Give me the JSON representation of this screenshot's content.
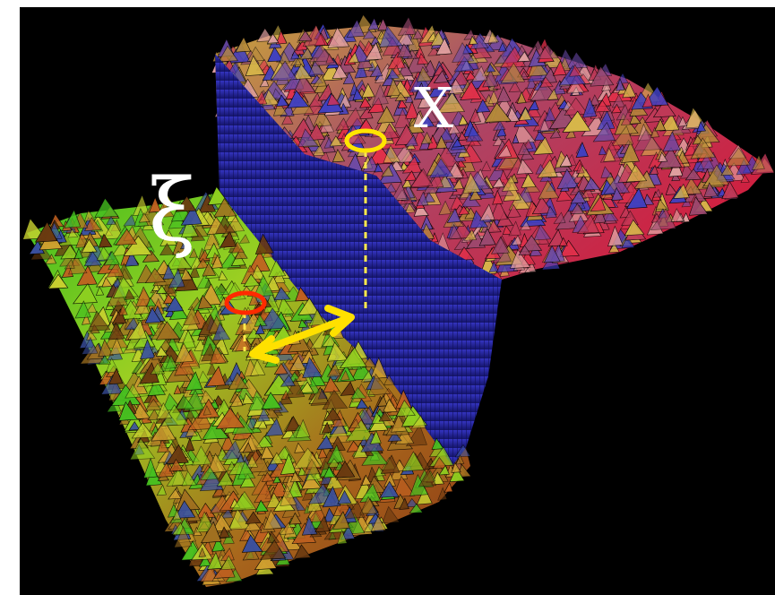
{
  "labels": {
    "x_label": "X",
    "xi_label": "ξ"
  },
  "colors": {
    "background": "#000000",
    "border": "#ffffff",
    "label_text": "#ffffff",
    "upper_marker": "#ffe500",
    "lower_marker": "#ff2a00",
    "arrow": "#ffe000",
    "dashed_line": "#ffe84a",
    "cliff": "#2a2aa8",
    "left_surface": [
      "#3fbf1f",
      "#9bcf22",
      "#c07a20",
      "#b04a18"
    ],
    "right_surface": [
      "#c9a43a",
      "#b05060",
      "#c03050",
      "#d02040"
    ]
  },
  "icons": {
    "upper_marker": "yellow-ring",
    "lower_marker": "red-ring",
    "arrow": "double-headed-arrow"
  }
}
